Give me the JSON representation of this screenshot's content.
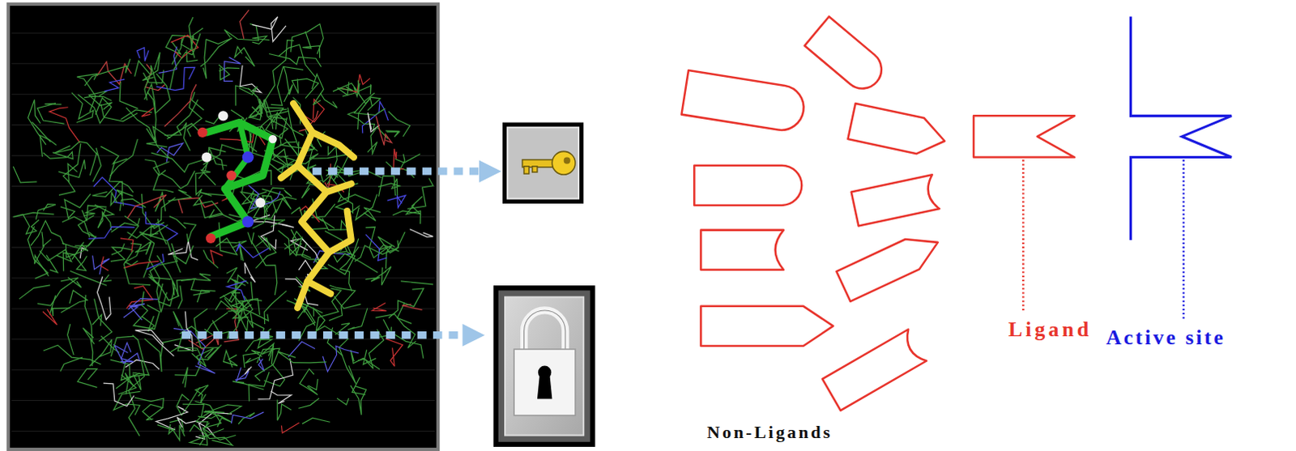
{
  "diagram": {
    "labels": [
      "Non-Ligands",
      "Ligand",
      "Active site"
    ]
  }
}
